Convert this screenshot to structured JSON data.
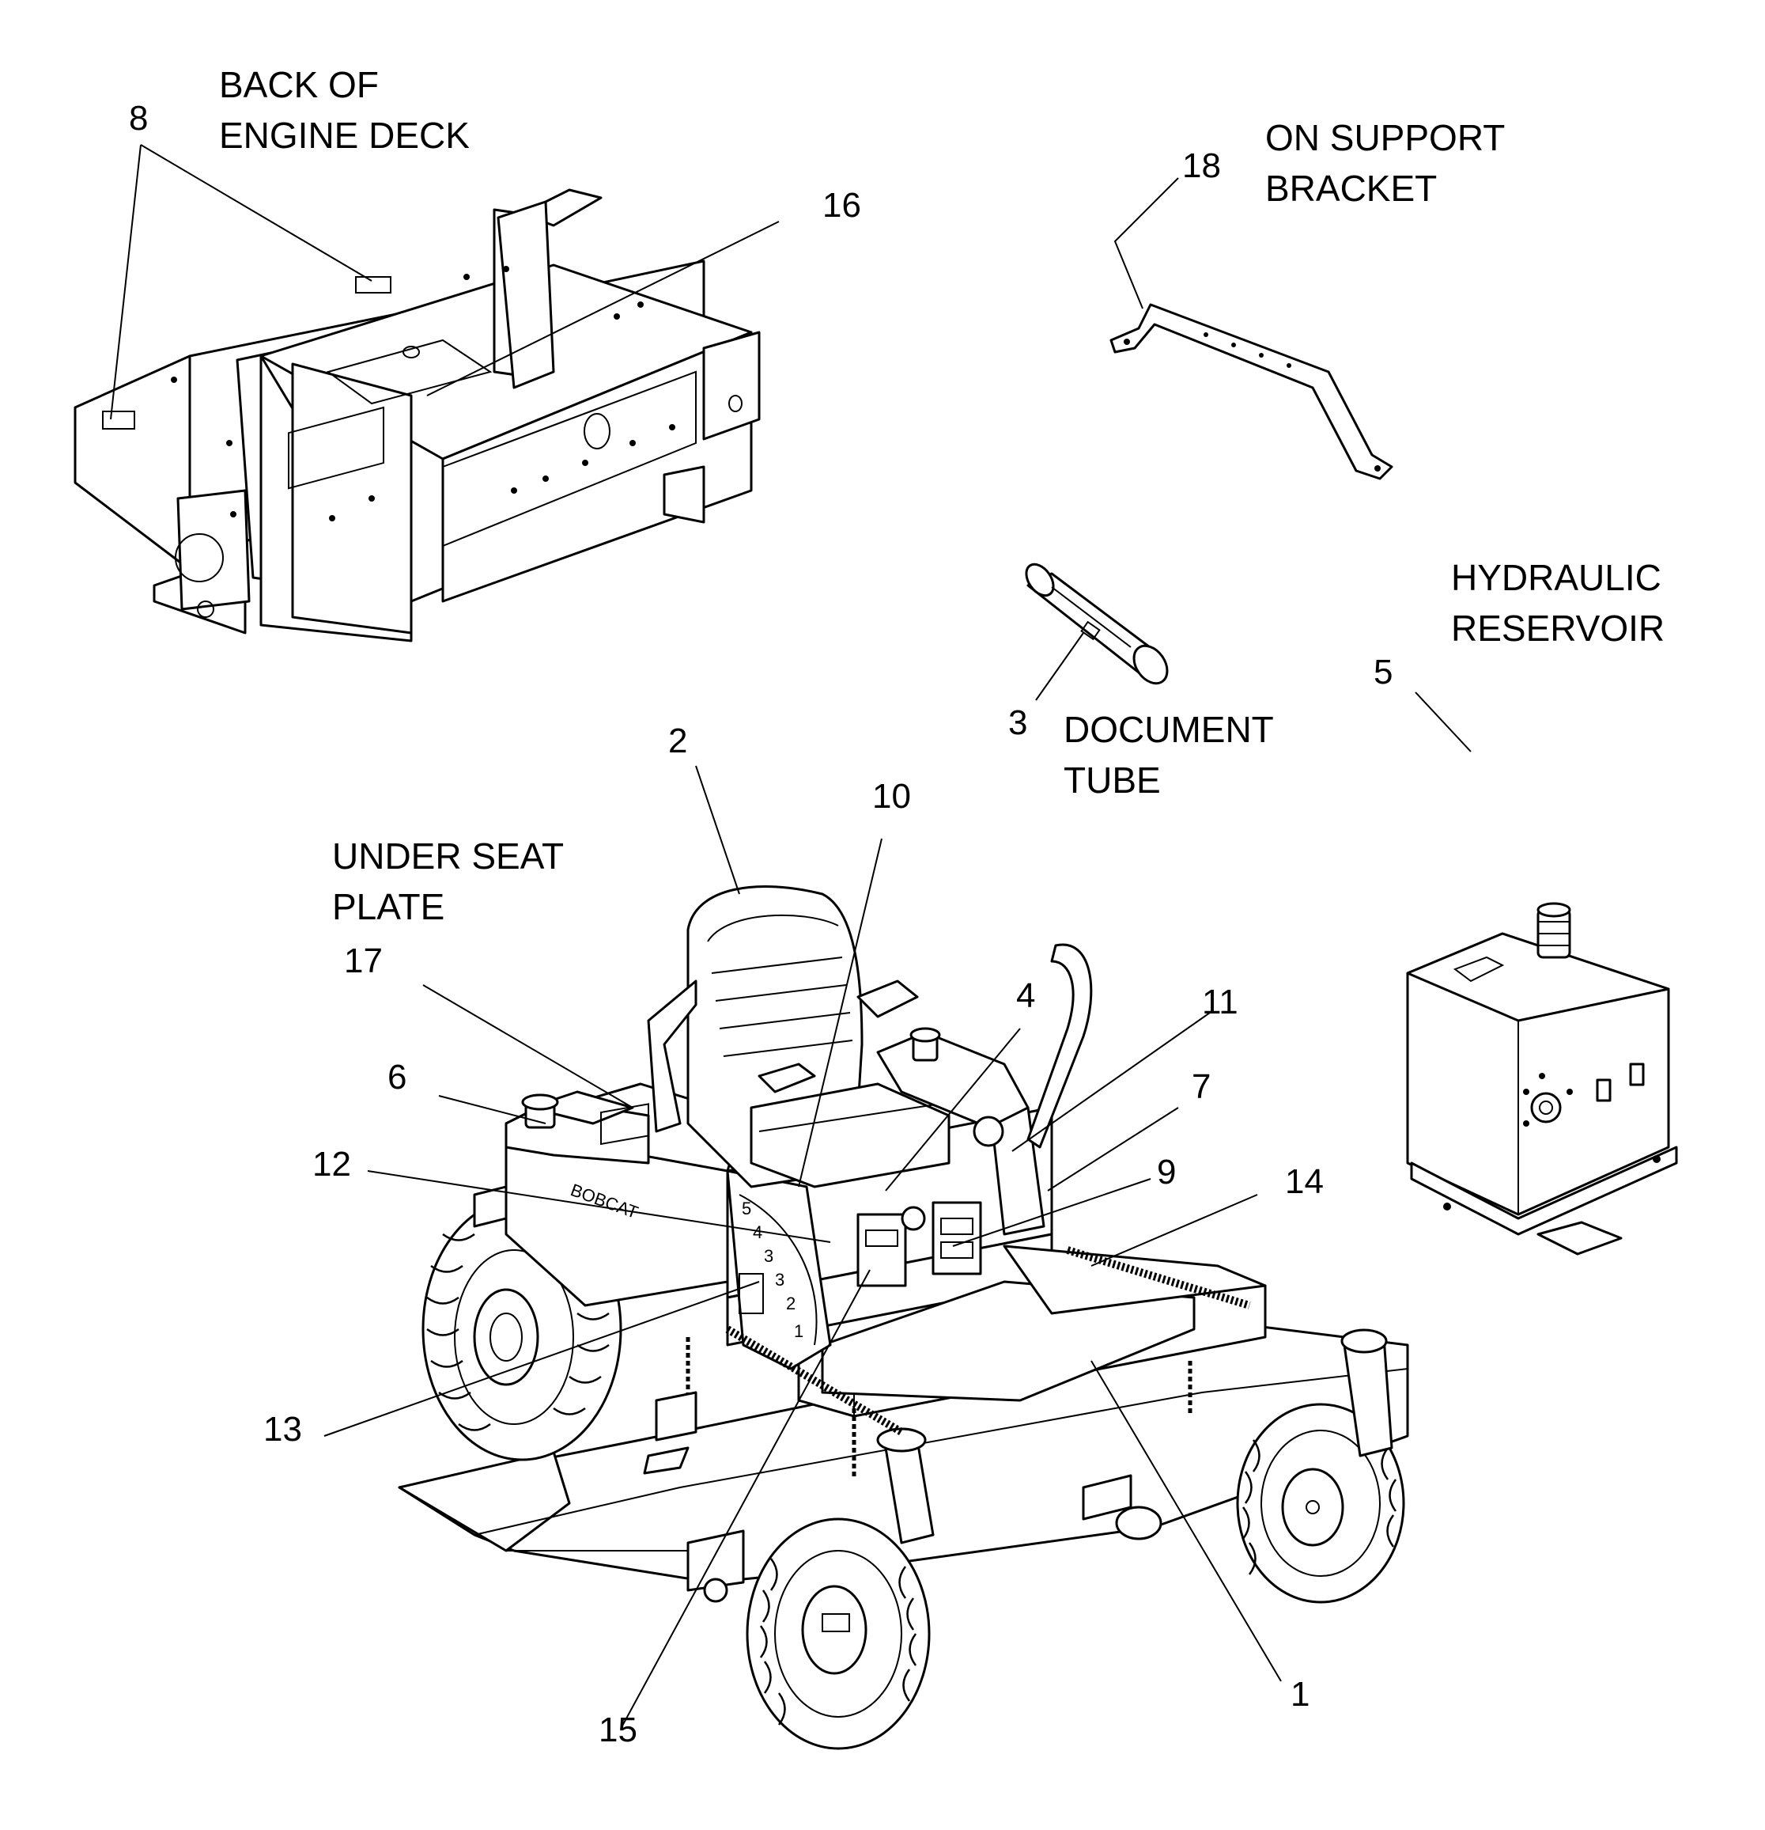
{
  "callouts": [
    {
      "id": "8",
      "text": "8"
    },
    {
      "id": "16",
      "text": "16"
    },
    {
      "id": "18",
      "text": "18"
    },
    {
      "id": "3",
      "text": "3"
    },
    {
      "id": "5",
      "text": "5"
    },
    {
      "id": "2",
      "text": "2"
    },
    {
      "id": "10",
      "text": "10"
    },
    {
      "id": "17",
      "text": "17"
    },
    {
      "id": "4",
      "text": "4"
    },
    {
      "id": "11",
      "text": "11"
    },
    {
      "id": "6",
      "text": "6"
    },
    {
      "id": "7",
      "text": "7"
    },
    {
      "id": "12",
      "text": "12"
    },
    {
      "id": "9",
      "text": "9"
    },
    {
      "id": "14",
      "text": "14"
    },
    {
      "id": "13",
      "text": "13"
    },
    {
      "id": "15",
      "text": "15"
    },
    {
      "id": "1",
      "text": "1"
    }
  ],
  "labels": {
    "back_of_engine_deck": [
      "BACK OF",
      "ENGINE DECK"
    ],
    "on_support_bracket": [
      "ON SUPPORT",
      "BRACKET"
    ],
    "hydraulic_reservoir": [
      "HYDRAULIC",
      "RESERVOIR"
    ],
    "document_tube": [
      "DOCUMENT",
      "TUBE"
    ],
    "under_seat_plate": [
      "UNDER SEAT",
      "PLATE"
    ]
  },
  "brand_mark": "BOBCAT"
}
